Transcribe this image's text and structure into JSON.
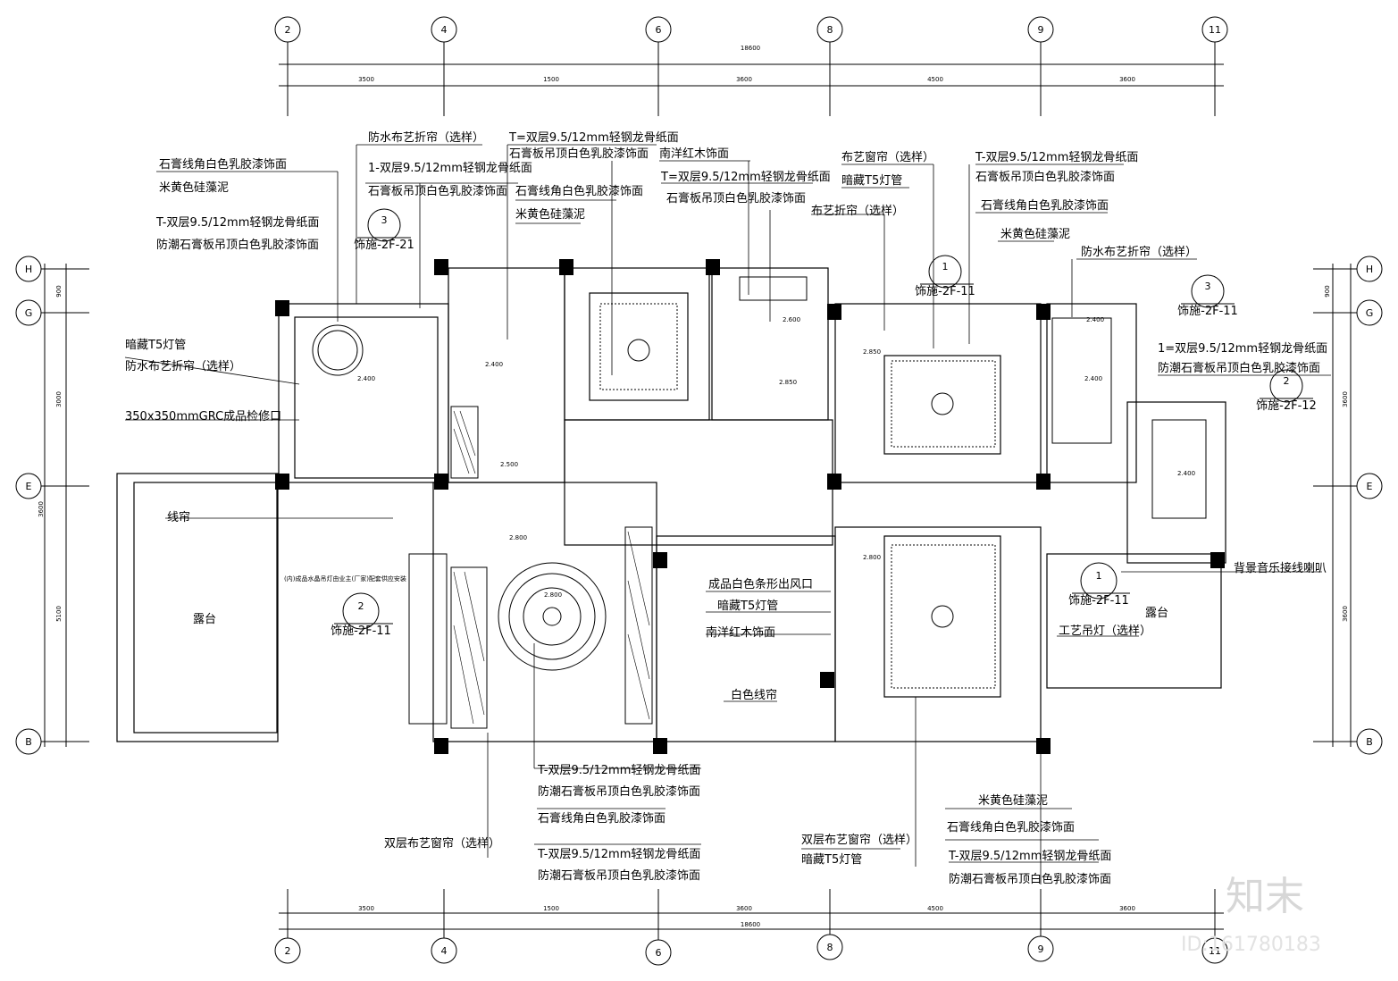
{
  "drawing": {
    "axis_top_bottom": [
      "2",
      "4",
      "6",
      "8",
      "9",
      "11"
    ],
    "axis_left_right": [
      "H",
      "G",
      "E",
      "B"
    ],
    "dims_top_total": "18600",
    "dims_bottom_total": "18600",
    "dims_segments": [
      "3500",
      "1500",
      "3600",
      "4500",
      "3600"
    ],
    "dims_left": [
      "900",
      "3000",
      "3600",
      "5100"
    ],
    "dims_right": [
      "900",
      "3600",
      "3600"
    ],
    "room_names": {
      "balcony_left": "露台",
      "balcony_right": "露台"
    }
  },
  "labels_top": [
    "防水布艺折帘（选样）",
    "石膏线角白色乳胶漆饰面",
    "米黄色硅藻泥",
    "T-双层9.5/12mm轻钢龙骨纸面",
    "防潮石膏板吊顶白色乳胶漆饰面",
    "1-双层9.5/12mm轻钢龙骨纸面",
    "石膏板吊顶白色乳胶漆饰面",
    "T=双层9.5/12mm轻钢龙骨纸面",
    "石膏板吊顶白色乳胶漆饰面",
    "石膏线角白色乳胶漆饰面",
    "米黄色硅藻泥",
    "南洋红木饰面",
    "T=双层9.5/12mm轻钢龙骨纸面",
    "石膏板吊顶白色乳胶漆饰面",
    "布艺窗帘（选样）",
    "暗藏T5灯管",
    "布艺折帘（选样）",
    "T-双层9.5/12mm轻钢龙骨纸面",
    "石膏板吊顶白色乳胶漆饰面",
    "石膏线角白色乳胶漆饰面",
    "米黄色硅藻泥",
    "防水布艺折帘（选样）"
  ],
  "labels_left": [
    "暗藏T5灯管",
    "防水布艺折帘（选样）",
    "350x350mmGRC成品检修口",
    "线帘",
    "(内)成品水晶吊灯由业主(厂家)配套供应安装"
  ],
  "labels_right": [
    "1=双层9.5/12mm轻钢龙骨纸面",
    "防潮石膏板吊顶白色乳胶漆饰面",
    "背景音乐接线喇叭",
    "工艺吊灯（选样）"
  ],
  "labels_center": [
    "成品白色条形出风口",
    "暗藏T5灯管",
    "南洋红木饰面",
    "白色线帘"
  ],
  "labels_bottom": [
    "T-双层9.5/12mm轻钢龙骨纸面",
    "防潮石膏板吊顶白色乳胶漆饰面",
    "石膏线角白色乳胶漆饰面",
    "双层布艺窗帘（选样）",
    "T-双层9.5/12mm轻钢龙骨纸面",
    "防潮石膏板吊顶白色乳胶漆饰面",
    "双层布艺窗帘（选样）",
    "暗藏T5灯管",
    "米黄色硅藻泥",
    "石膏线角白色乳胶漆饰面",
    "T-双层9.5/12mm轻钢龙骨纸面",
    "防潮石膏板吊顶白色乳胶漆饰面"
  ],
  "elevations": [
    "2.400",
    "2.400",
    "2.500",
    "2.800",
    "2.600",
    "2.850",
    "2.400",
    "2.400",
    "2.400",
    "2.800",
    "2.800",
    "2.850"
  ],
  "detail_refs": [
    {
      "num": "3",
      "ref": "饰施-2F-21"
    },
    {
      "num": "1",
      "ref": "饰施-2F-11"
    },
    {
      "num": "3",
      "ref": "饰施-2F-11"
    },
    {
      "num": "2",
      "ref": "饰施-2F-12"
    },
    {
      "num": "2",
      "ref": "饰施-2F-11"
    },
    {
      "num": "1",
      "ref": "饰施-2F-11"
    }
  ],
  "watermark": {
    "logo": "知末",
    "id": "ID:161780183"
  }
}
